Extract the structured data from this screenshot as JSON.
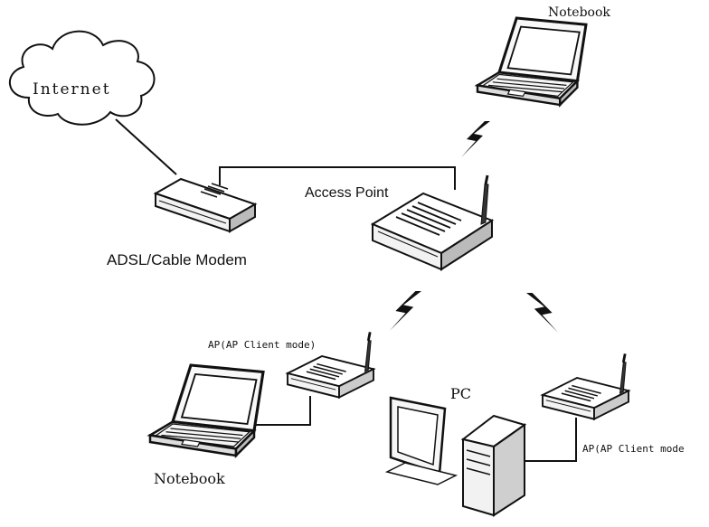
{
  "labels": {
    "internet": "Internet",
    "modem": "ADSL/Cable Modem",
    "access_point": "Access Point",
    "notebook_top": "Notebook",
    "ap_client_left": "AP(AP Client mode)",
    "notebook_bottom": "Notebook",
    "pc": "PC",
    "ap_client_right": "AP(AP Client mode"
  },
  "colors": {
    "ink": "#111111",
    "paper": "#ffffff",
    "panel": "#f2f2f2"
  },
  "icons": [
    "cloud-icon",
    "modem-icon",
    "router-icon",
    "laptop-icon",
    "desktop-pc-icon",
    "wireless-bolt-icon"
  ]
}
